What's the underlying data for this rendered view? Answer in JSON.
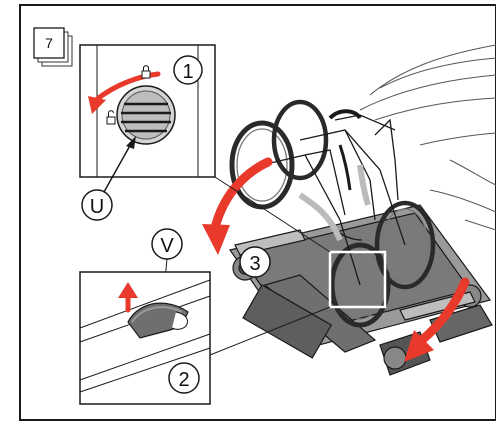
{
  "step": {
    "number": "7"
  },
  "callouts": {
    "c1": "1",
    "c2": "2",
    "c3": "3",
    "letter_u": "U",
    "letter_v": "V"
  },
  "colors": {
    "arrow_red": "#e8392b",
    "line": "#1a1a1a",
    "shade_dark": "#6f6f6f",
    "shade_light": "#cfcfcf"
  },
  "icons": {
    "lock_closed": "padlock-closed-icon",
    "lock_open": "padlock-open-icon"
  }
}
